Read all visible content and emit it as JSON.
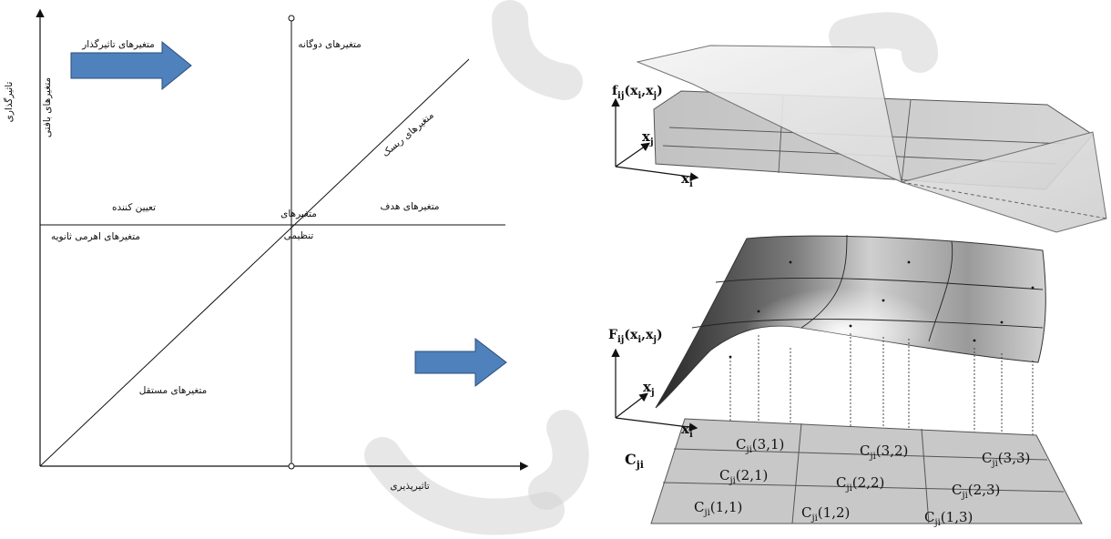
{
  "left_diagram": {
    "y_axis_label": "تاثیرگذاری",
    "x_axis_label": "تاثیرپذیری",
    "q1_label": "متغیرهای تاثیرگذار",
    "q1_sub": "متغیرهای بافتی",
    "q1_region": "تعیین کننده",
    "q2_label": "متغیرهای دوگانه",
    "q2_region": "متغیرهای هدف",
    "diag_label": "متغیرهای ریسک",
    "center_top": "متغیرهای",
    "center_bottom": "تنظیمی",
    "q3_label": "متغیرهای اهرمی ثانویه",
    "q3_sub": "متغیرهای مستقل",
    "arrow_color": "#4f81bd"
  },
  "right_diagram": {
    "top_function": "fij(xi,xj)",
    "top_func_main": "f",
    "top_func_sub": "ij",
    "top_func_args": "(x",
    "bottom_function": "Fij(xi,xj)",
    "bottom_func_main": "F",
    "axis_x": "x",
    "axis_x_sub": "i",
    "axis_y": "x",
    "axis_y_sub": "j",
    "grid_label_main": "C",
    "grid_label_sub": "ji",
    "cells": [
      {
        "main": "C",
        "sub": "ji",
        "idx": "(3,1)"
      },
      {
        "main": "C",
        "sub": "ji",
        "idx": "(3,2)"
      },
      {
        "main": "C",
        "sub": "ji",
        "idx": "(3,3)"
      },
      {
        "main": "C",
        "sub": "ji",
        "idx": "(2,1)"
      },
      {
        "main": "C",
        "sub": "ji",
        "idx": "(2,2)"
      },
      {
        "main": "C",
        "sub": "ji",
        "idx": "(2,3)"
      },
      {
        "main": "C",
        "sub": "ji",
        "idx": "(1,1)"
      },
      {
        "main": "C",
        "sub": "ji",
        "idx": "(1,2)"
      },
      {
        "main": "C",
        "sub": "ji",
        "idx": "(1,3)"
      }
    ]
  }
}
